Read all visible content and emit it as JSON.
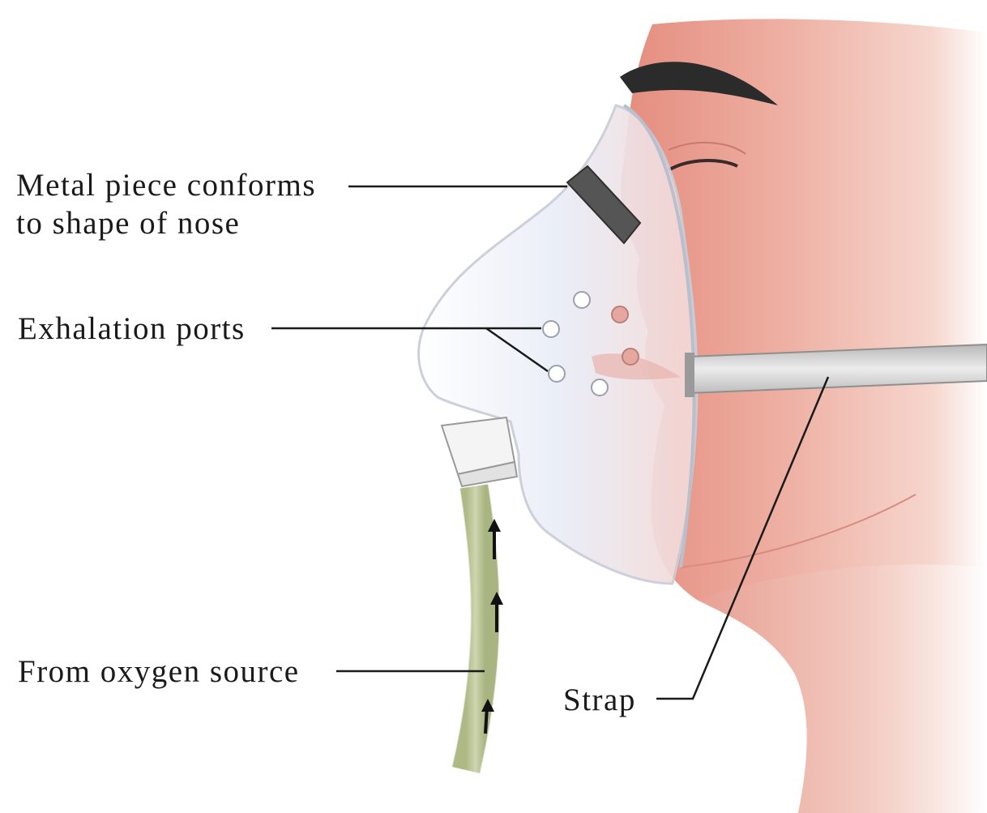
{
  "labels": {
    "metal_piece_line1": "Metal piece conforms",
    "metal_piece_line2": "to shape of nose",
    "exhalation_ports": "Exhalation ports",
    "oxygen_source": "From oxygen source",
    "strap": "Strap"
  },
  "colors": {
    "skin": "#e8a89a",
    "skin_shadow": "#d98779",
    "mask": "#eef1f8",
    "mask_edge": "#c9cdd8",
    "tube": "#cdd9a8",
    "metal": "#555555",
    "strap": "#d9d9d9",
    "hair": "#2b2b2b",
    "leader_line": "#1a1a1a"
  }
}
